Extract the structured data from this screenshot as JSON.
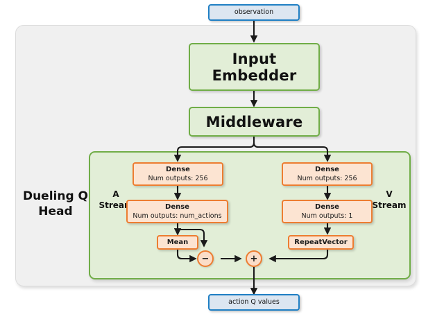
{
  "diagram": {
    "title_block": "Dueling Q Head",
    "input": {
      "label": "observation"
    },
    "output": {
      "label": "action Q values"
    },
    "trunk": [
      {
        "name": "input-embedder",
        "label": "Input Embedder"
      },
      {
        "name": "middleware",
        "label": "Middleware"
      }
    ],
    "head": {
      "label_line1": "Dueling Q",
      "label_line2": "Head",
      "streams": [
        {
          "id": "a-stream",
          "label_line1": "A",
          "label_line2": "Stream",
          "nodes": [
            {
              "name": "dense-256",
              "title": "Dense",
              "subtitle": "Num outputs: 256"
            },
            {
              "name": "dense-num-actions",
              "title": "Dense",
              "subtitle": "Num outputs: num_actions"
            },
            {
              "name": "mean",
              "title": "Mean",
              "subtitle": ""
            }
          ]
        },
        {
          "id": "v-stream",
          "label_line1": "V",
          "label_line2": "Stream",
          "nodes": [
            {
              "name": "dense-256",
              "title": "Dense",
              "subtitle": "Num outputs: 256"
            },
            {
              "name": "dense-1",
              "title": "Dense",
              "subtitle": "Num outputs: 1"
            },
            {
              "name": "repeat-vector",
              "title": "RepeatVector",
              "subtitle": ""
            }
          ]
        }
      ],
      "operators": [
        {
          "name": "subtract-operator",
          "symbol": "−"
        },
        {
          "name": "add-operator",
          "symbol": "+"
        }
      ]
    }
  },
  "colors": {
    "green_border": "#70ad47",
    "green_fill": "#e2eed7",
    "orange_border": "#ed7d31",
    "orange_fill": "#fce4d2",
    "blue_border": "#1f7fc4",
    "blue_fill": "#dce6f1",
    "panel_fill": "#f0f0f0",
    "wire": "#1a1a1a"
  }
}
